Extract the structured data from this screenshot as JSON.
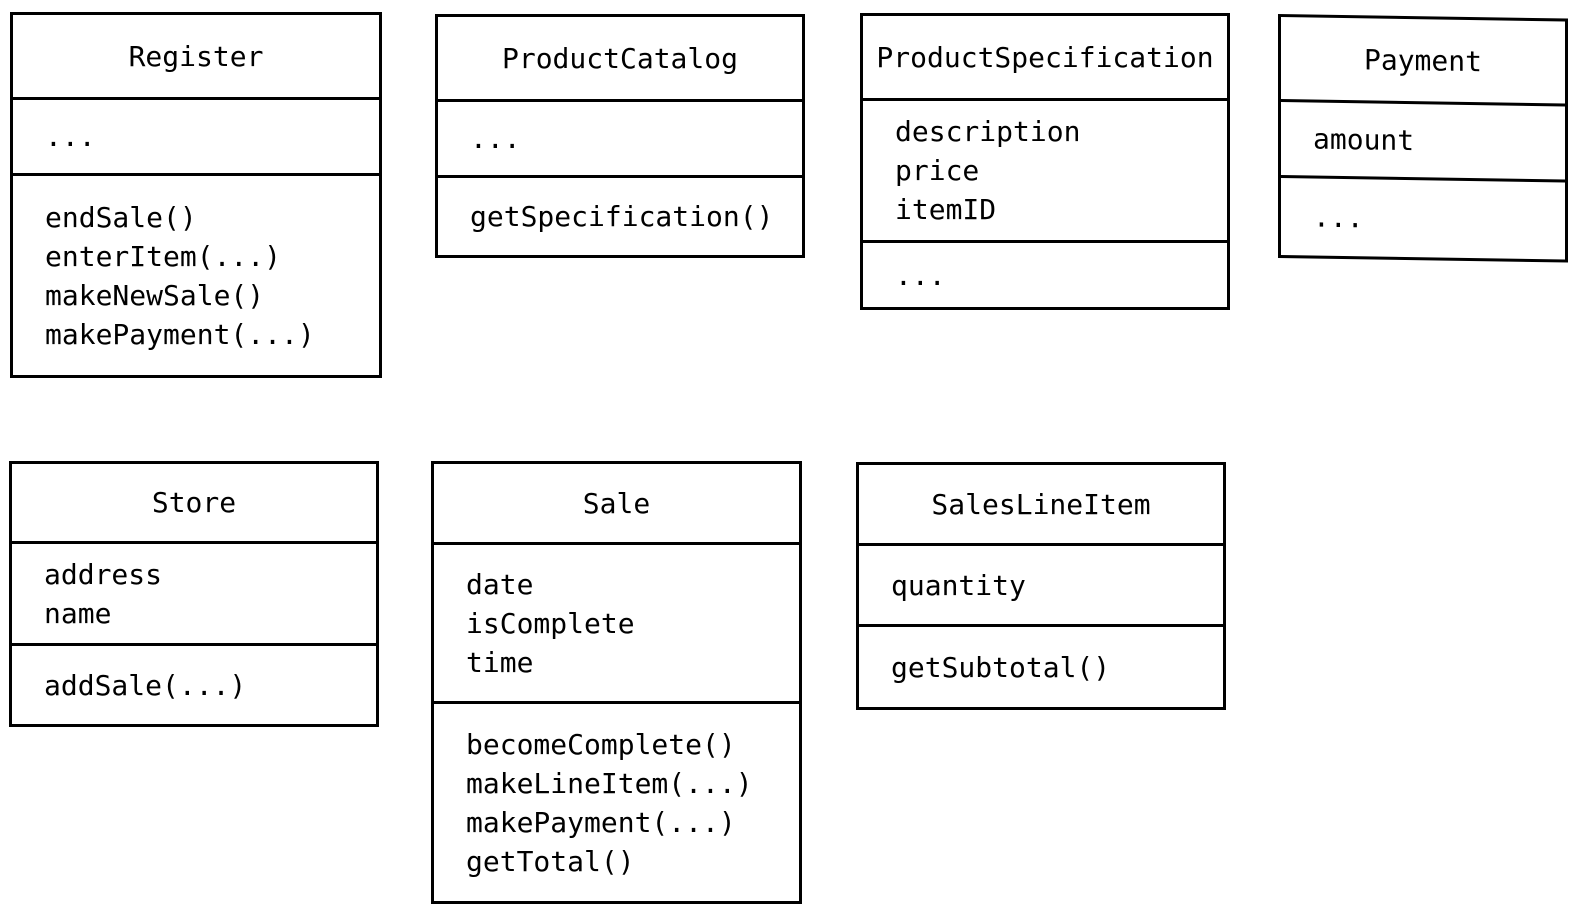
{
  "classes": {
    "register": {
      "name": "Register",
      "attributes": [
        "..."
      ],
      "operations": [
        "endSale()",
        "enterItem(...)",
        "makeNewSale()",
        "makePayment(...)"
      ]
    },
    "product_catalog": {
      "name": "ProductCatalog",
      "attributes": [
        "..."
      ],
      "operations": [
        "getSpecification()"
      ]
    },
    "product_specification": {
      "name": "ProductSpecification",
      "attributes": [
        "description",
        "price",
        "itemID"
      ],
      "operations": [
        "..."
      ]
    },
    "payment": {
      "name": "Payment",
      "attributes": [
        "amount"
      ],
      "operations": [
        "..."
      ]
    },
    "store": {
      "name": "Store",
      "attributes": [
        "address",
        "name"
      ],
      "operations": [
        "addSale(...)"
      ]
    },
    "sale": {
      "name": "Sale",
      "attributes": [
        "date",
        "isComplete",
        "time"
      ],
      "operations": [
        "becomeComplete()",
        "makeLineItem(...)",
        "makePayment(...)",
        "getTotal()"
      ]
    },
    "sales_line_item": {
      "name": "SalesLineItem",
      "attributes": [
        "quantity"
      ],
      "operations": [
        "getSubtotal()"
      ]
    }
  }
}
